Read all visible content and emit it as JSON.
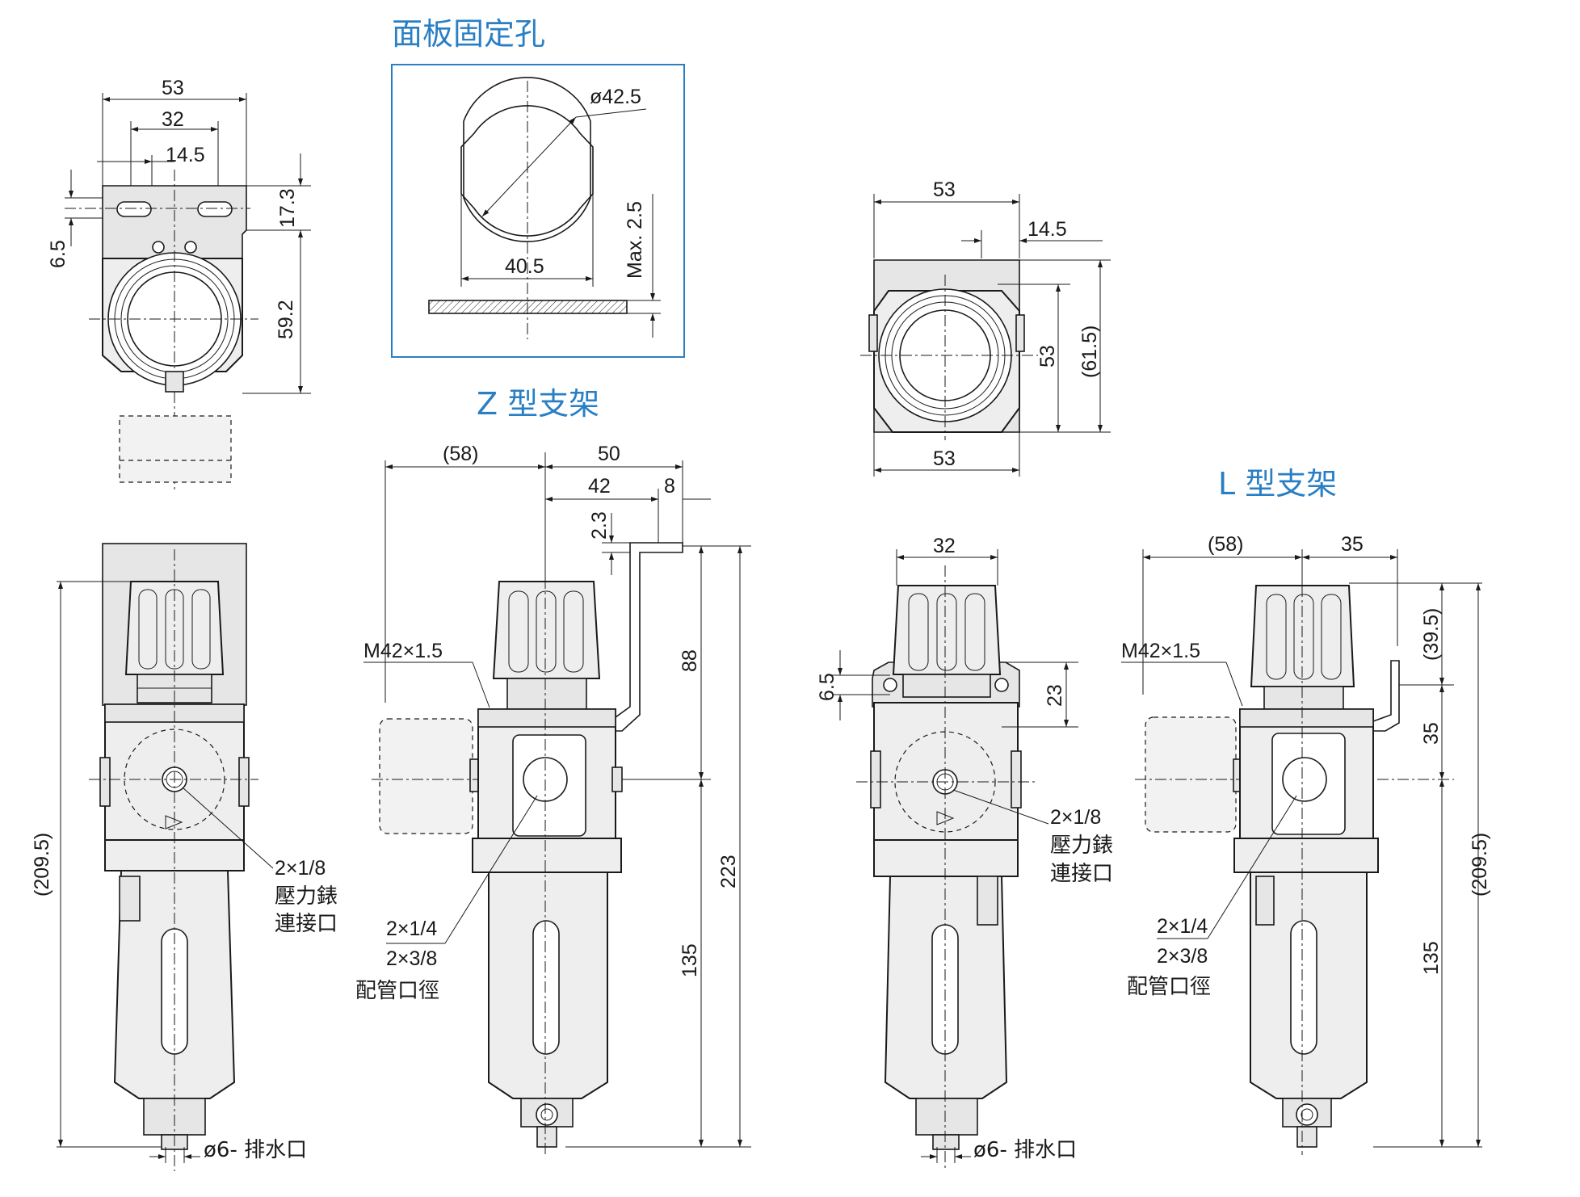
{
  "titles": {
    "panel_hole": "面板固定孔",
    "z_bracket": "Z 型支架",
    "l_bracket": "L 型支架"
  },
  "views": {
    "top_left": {
      "w": "53",
      "c": "32",
      "s": "14.5",
      "h1": "17.3",
      "h2": "6.5",
      "h3": "59.2"
    },
    "panel_hole": {
      "dia": "ø42.5",
      "flat": "40.5",
      "max": "Max. 2.5"
    },
    "top_right": {
      "w_top": "53",
      "s": "14.5",
      "h": "53",
      "h_total": "(61.5)",
      "w_bottom": "53"
    },
    "front_left": {
      "h": "(209.5)",
      "port_a": "2×1/8",
      "port_b": "壓力錶",
      "port_c": "連接口",
      "drain": "ø6- 排水口"
    },
    "z_side": {
      "d58": "(58)",
      "d50": "50",
      "d42": "42",
      "d8": "8",
      "d23": "2.3",
      "d88": "88",
      "d223": "223",
      "d135": "135",
      "thread": "M42×1.5",
      "pipe_a": "2×1/4",
      "pipe_b": "2×3/8",
      "pipe_c": "配管口徑"
    },
    "front_right": {
      "w": "32",
      "h65": "6.5",
      "h23": "23",
      "port_a": "2×1/8",
      "port_b": "壓力錶",
      "port_c": "連接口",
      "drain": "ø6- 排水口"
    },
    "l_side": {
      "d58": "(58)",
      "d35": "35",
      "d395": "(39.5)",
      "d35v": "35",
      "d2095": "(209.5)",
      "d135": "135",
      "thread": "M42×1.5",
      "pipe_a": "2×1/4",
      "pipe_b": "2×3/8",
      "pipe_c": "配管口徑"
    }
  }
}
